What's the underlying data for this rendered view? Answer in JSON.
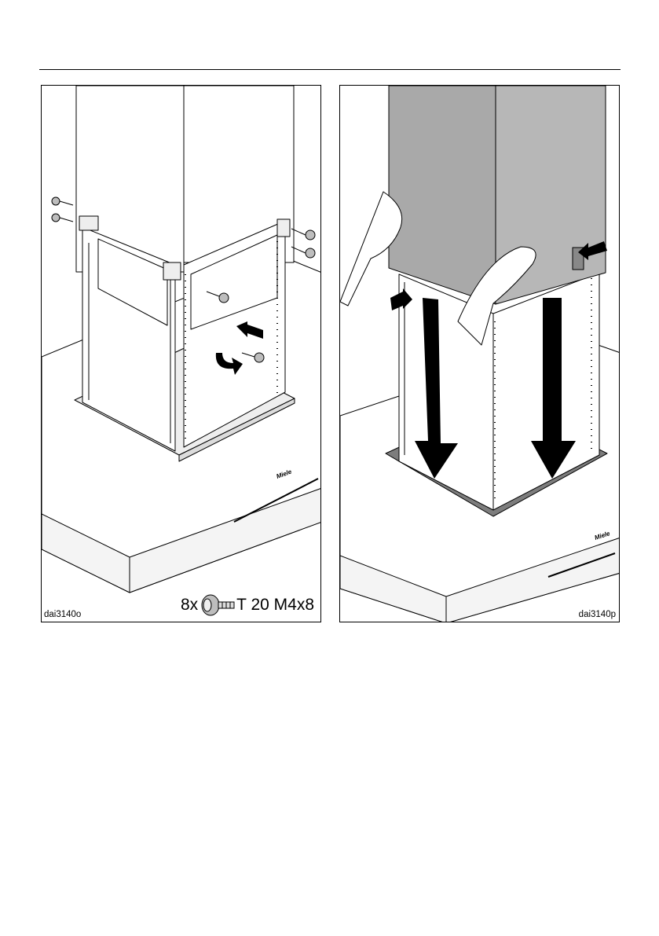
{
  "figure_left": {
    "code": "dai3140o",
    "screw_quantity": "8x",
    "screw_spec": "T 20 M4x8",
    "icons": [
      "screw-icon",
      "push-arrow-icon",
      "rotate-arrow-icon"
    ]
  },
  "figure_right": {
    "code": "dai3140p",
    "icons": [
      "down-arrow-icon",
      "push-arrow-icon",
      "hand-icon"
    ]
  }
}
